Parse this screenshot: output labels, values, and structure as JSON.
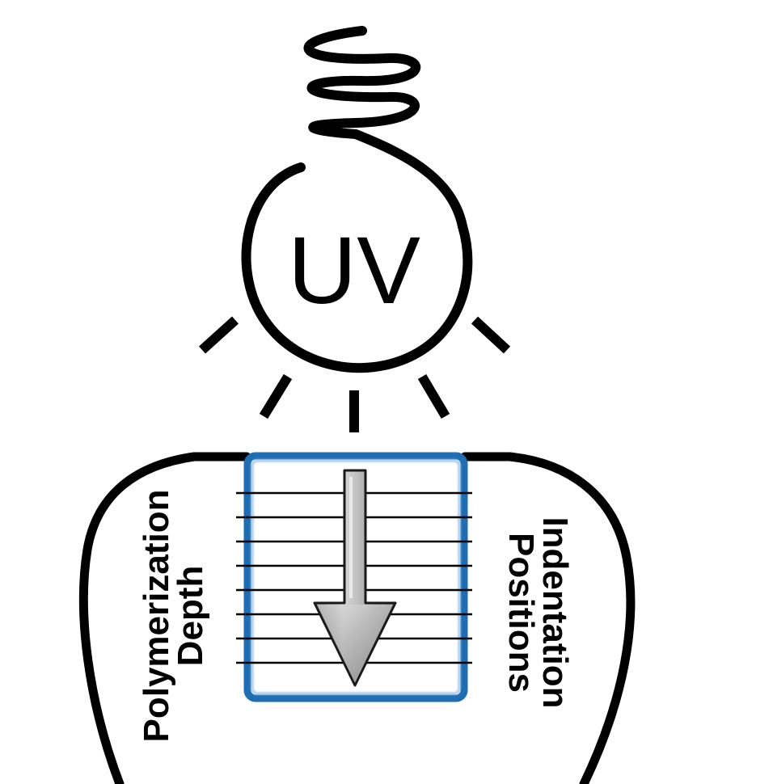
{
  "lamp": {
    "label": "UV"
  },
  "labels": {
    "left": [
      "Polymerization",
      "Depth"
    ],
    "right": [
      "Indentation",
      "Positions"
    ]
  },
  "colors": {
    "outline": "#000000",
    "specimen_border": "#1f6db3",
    "arrow_fill": "#9e9e9e",
    "arrow_highlight": "#e6e6e6"
  },
  "icons": {
    "lamp": "uv-lamp-icon",
    "arrow": "down-arrow-icon",
    "tooth": "tooth-outline"
  }
}
